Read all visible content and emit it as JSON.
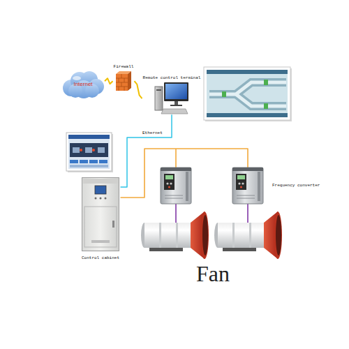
{
  "diagram": {
    "nodes": [
      {
        "text": [
          "Internet"
        ]
      },
      {
        "text": [
          "Firewall"
        ]
      },
      {
        "text": [
          "Remote control terminal"
        ]
      },
      {
        "text": [
          "Control cabinet"
        ]
      },
      {
        "text": [
          "Frequency converter"
        ]
      }
    ],
    "edges": [
      {
        "from": 0,
        "to": 1,
        "arrow": "none"
      },
      {
        "from": 1,
        "to": 2,
        "arrow": "none"
      },
      {
        "from": 2,
        "to": 3,
        "label": "Ethernet",
        "arrow": "none"
      },
      {
        "from": 3,
        "to": 4,
        "arrow": "none"
      }
    ],
    "labels": [
      "Fan"
    ]
  }
}
